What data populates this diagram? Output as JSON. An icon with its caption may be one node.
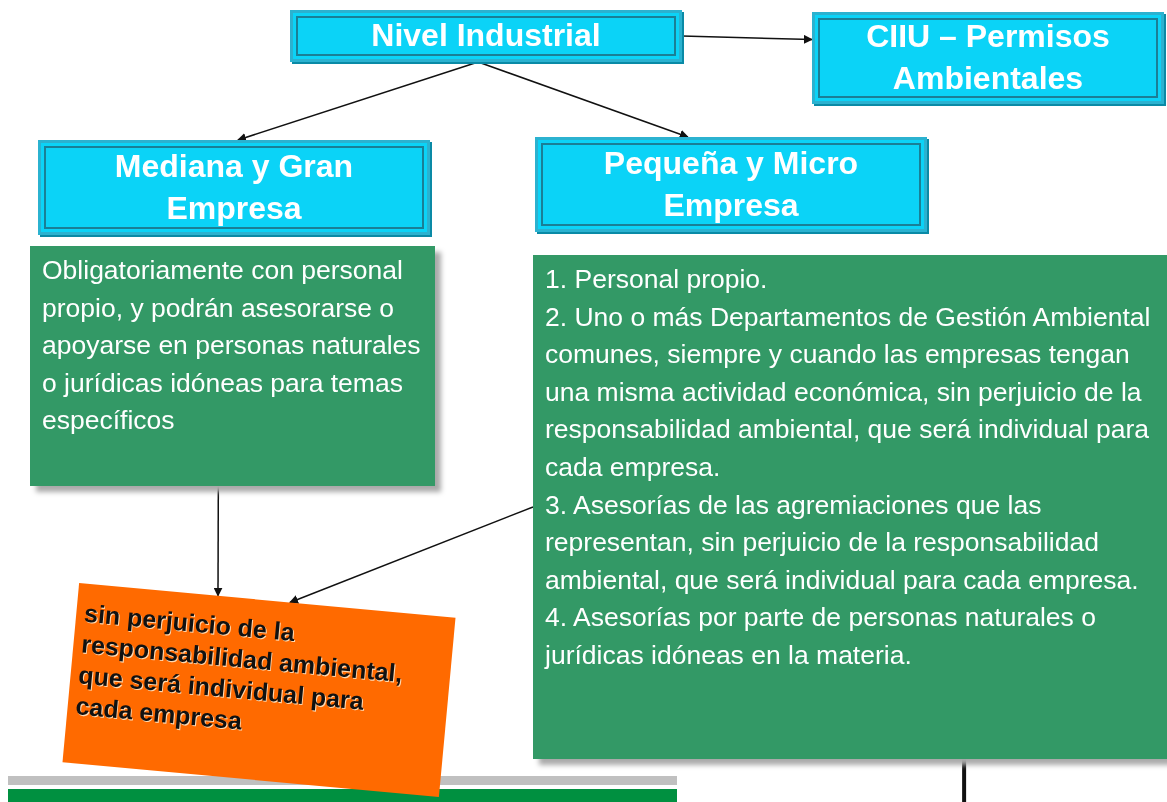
{
  "diagram": {
    "nodes": [
      {
        "text": [
          "Nivel Industrial"
        ]
      },
      {
        "text": [
          "CIIU – Permisos Ambientales"
        ]
      },
      {
        "text": [
          "Mediana y Gran Empresa"
        ]
      },
      {
        "text": [
          "Pequeña y Micro Empresa"
        ]
      },
      {
        "text": [
          "Obligatoriamente con personal propio, y podrán asesorarse o apoyarse en personas naturales o jurídicas idóneas para temas específicos"
        ]
      },
      {
        "text": [
          "1. Personal propio.",
          "2. Uno o más Departamentos de Gestión Ambiental comunes, siempre y cuando las empresas tengan una misma actividad económica, sin perjuicio de la responsabilidad ambiental, que será individual para cada empresa.",
          "3. Asesorías de las agremiaciones que las representan, sin perjuicio de la responsabilidad ambiental, que será individual para cada empresa.",
          "4. Asesorías por parte de personas naturales o jurídicas idóneas en la materia."
        ]
      },
      {
        "text": [
          "sin perjuicio de la responsabilidad ambiental, que será individual para cada empresa"
        ]
      }
    ],
    "edges": [
      {
        "from": 0,
        "to": 1,
        "arrow": "to"
      },
      {
        "from": 0,
        "to": 2,
        "arrow": "to"
      },
      {
        "from": 0,
        "to": 3,
        "arrow": "to"
      },
      {
        "from": 4,
        "to": 6,
        "arrow": "to"
      },
      {
        "from": 5,
        "to": 6,
        "arrow": "to"
      },
      {
        "from": 5,
        "to": null,
        "arrow": "none",
        "style": "thick"
      }
    ]
  }
}
